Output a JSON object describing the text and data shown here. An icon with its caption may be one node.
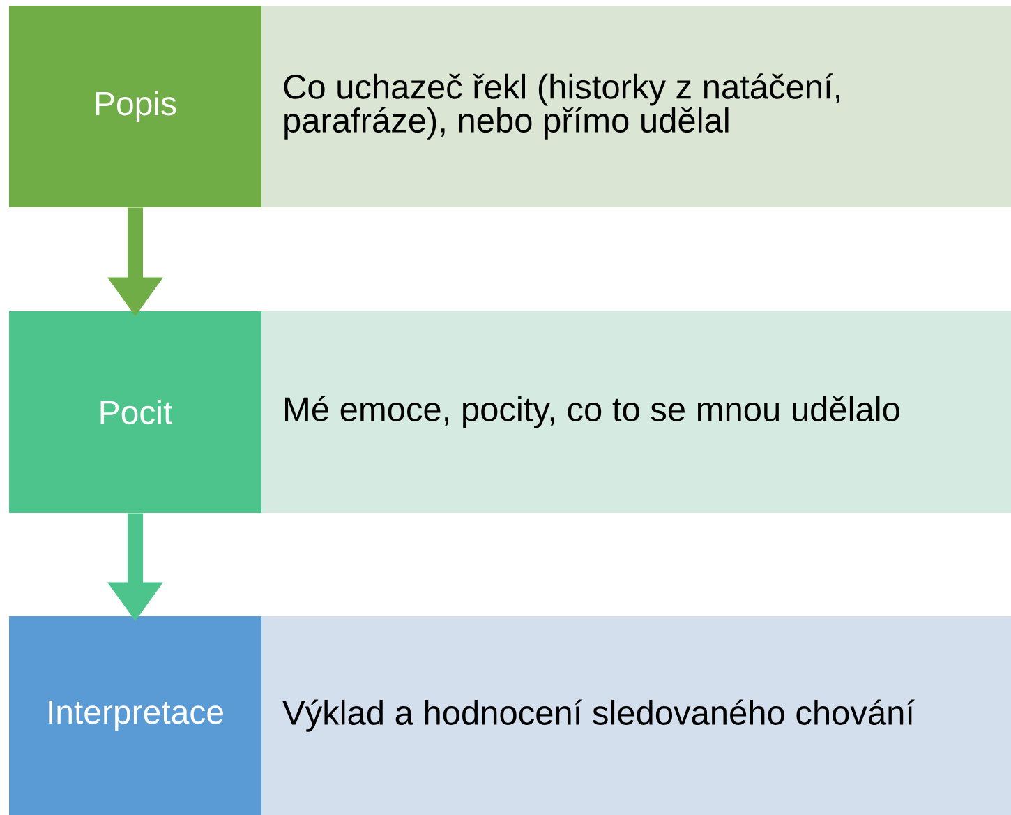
{
  "diagram": {
    "nodes": [
      {
        "text": [
          "Popis"
        ]
      },
      {
        "text": [
          "Co uchazeč řekl (historky z natáčení, parafráze), nebo přímo udělal"
        ]
      },
      {
        "text": [
          "Pocit"
        ]
      },
      {
        "text": [
          "Mé emoce, pocity, co to se mnou udělalo"
        ]
      },
      {
        "text": [
          "Interpretace"
        ]
      },
      {
        "text": [
          "Výklad a hodnocení sledovaného chování"
        ]
      }
    ],
    "edges": [
      {
        "from": 0,
        "to": 2,
        "arrow": "to",
        "color": "#70ad47"
      },
      {
        "from": 2,
        "to": 4,
        "arrow": "to",
        "color": "#4dc48c"
      }
    ]
  }
}
